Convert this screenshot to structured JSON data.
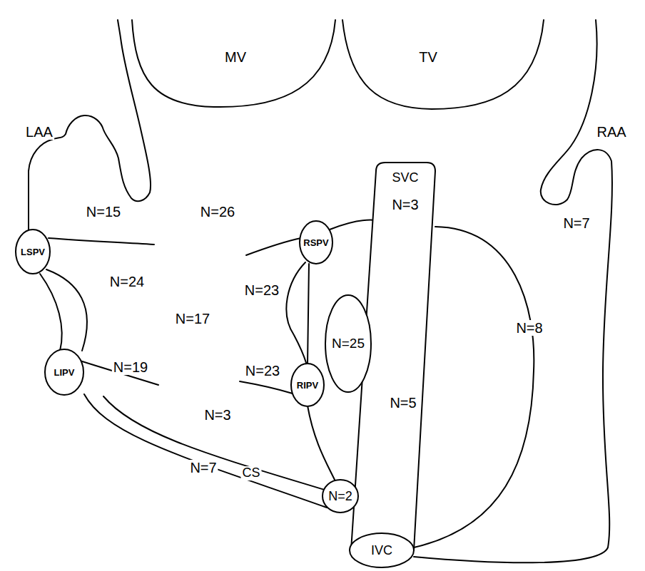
{
  "diagram": {
    "nodes": [
      {
        "text": [
          "LSPV"
        ]
      },
      {
        "text": [
          "RSPV"
        ]
      },
      {
        "text": [
          "N=25"
        ]
      },
      {
        "text": [
          "LIPV"
        ]
      },
      {
        "text": [
          "RIPV"
        ]
      },
      {
        "text": [
          "N=2"
        ]
      },
      {
        "text": [
          "IVC"
        ]
      }
    ],
    "labels": [
      "MV",
      "TV",
      "LAA",
      "RAA",
      "SVC",
      "N=3",
      "N=7",
      "N=15",
      "N=26",
      "N=24",
      "N=23",
      "N=17",
      "N=8",
      "N=19",
      "N=23",
      "N=5",
      "N=3",
      "N=7",
      "CS"
    ]
  }
}
